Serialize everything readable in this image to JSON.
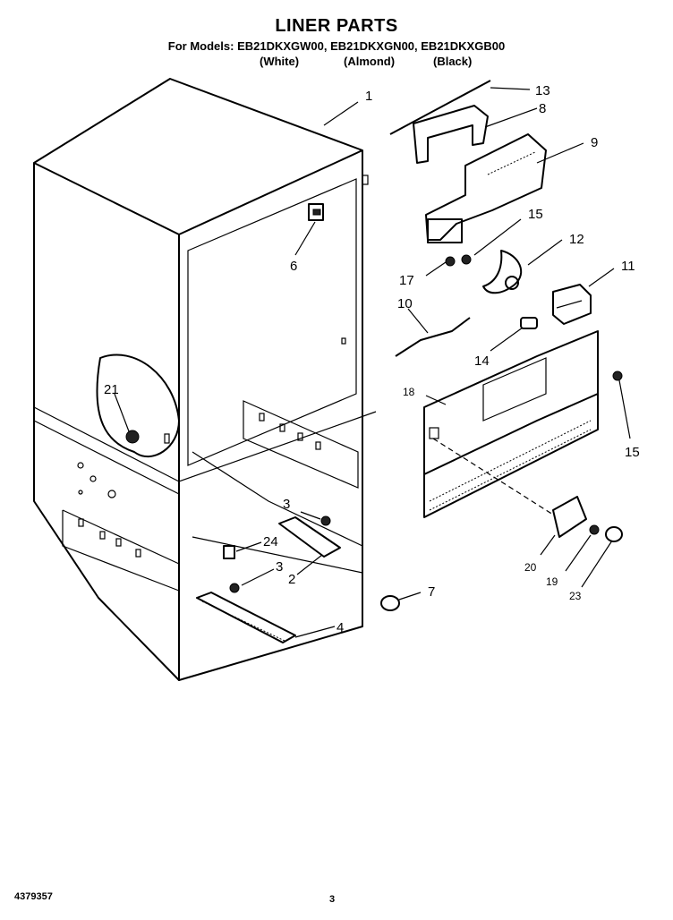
{
  "header": {
    "title": "LINER PARTS",
    "models_line": "For Models: EB21DKXGW00, EB21DKXGN00, EB21DKXGB00",
    "colors": [
      "(White)",
      "(Almond)",
      "(Black)"
    ]
  },
  "callouts": [
    "1",
    "13",
    "8",
    "9",
    "15",
    "6",
    "12",
    "17",
    "11",
    "10",
    "14",
    "21",
    "18",
    "15",
    "3",
    "24",
    "20",
    "19",
    "23",
    "3",
    "2",
    "7",
    "4"
  ],
  "footer": {
    "doc_number": "4379357",
    "page_number": "3"
  }
}
